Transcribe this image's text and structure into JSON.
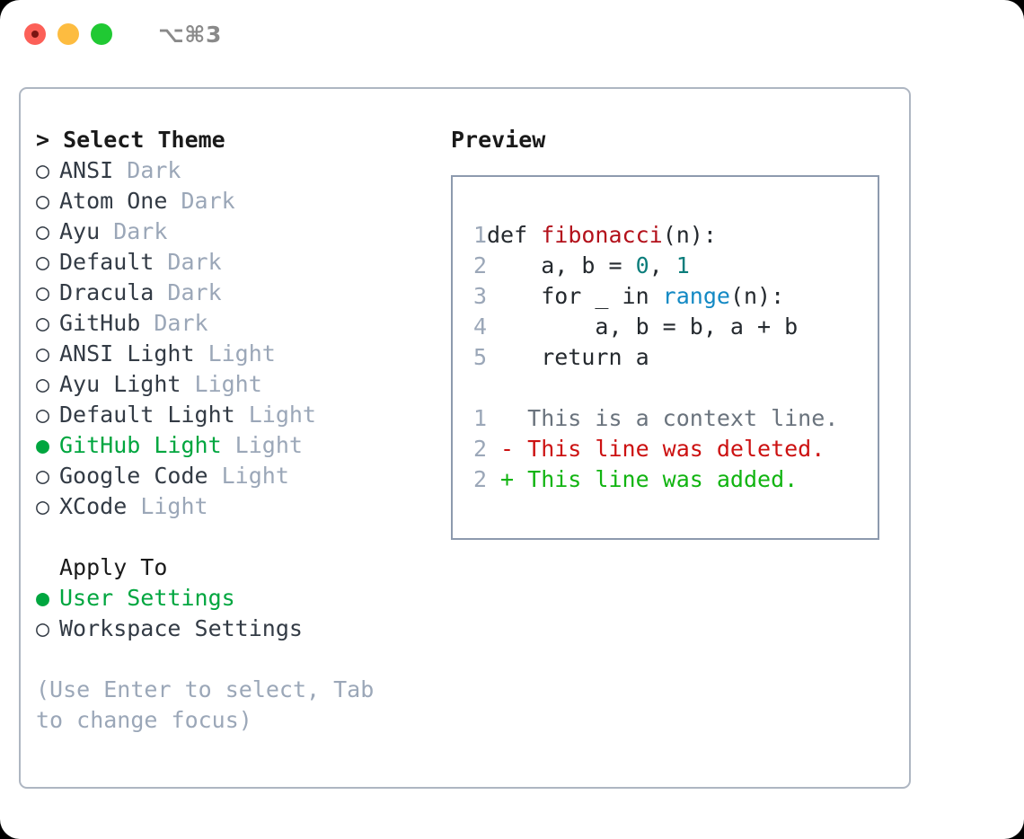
{
  "titlebar": {
    "shortcut": "⌥⌘3",
    "lights": [
      {
        "name": "close",
        "color": "#FC6058"
      },
      {
        "name": "minimize",
        "color": "#FDBC40"
      },
      {
        "name": "maximize",
        "color": "#20C933"
      }
    ]
  },
  "theme_picker": {
    "heading": "> Select Theme",
    "bullet_selected": "●",
    "bullet_unselected": "○",
    "options": [
      {
        "name": "ANSI",
        "kind": "Dark",
        "selected": false
      },
      {
        "name": "Atom One",
        "kind": "Dark",
        "selected": false
      },
      {
        "name": "Ayu",
        "kind": "Dark",
        "selected": false
      },
      {
        "name": "Default",
        "kind": "Dark",
        "selected": false
      },
      {
        "name": "Dracula",
        "kind": "Dark",
        "selected": false
      },
      {
        "name": "GitHub",
        "kind": "Dark",
        "selected": false
      },
      {
        "name": "ANSI Light",
        "kind": "Light",
        "selected": false
      },
      {
        "name": "Ayu Light",
        "kind": "Light",
        "selected": false
      },
      {
        "name": "Default Light",
        "kind": "Light",
        "selected": false
      },
      {
        "name": "GitHub Light",
        "kind": "Light",
        "selected": true
      },
      {
        "name": "Google Code",
        "kind": "Light",
        "selected": false
      },
      {
        "name": "XCode",
        "kind": "Light",
        "selected": false
      }
    ]
  },
  "apply_to": {
    "label": "Apply To",
    "options": [
      {
        "name": "User Settings",
        "selected": true
      },
      {
        "name": "Workspace Settings",
        "selected": false
      }
    ]
  },
  "hint": "(Use Enter to select, Tab to change focus)",
  "preview": {
    "title": "Preview",
    "code_lines": [
      {
        "no": "1",
        "segments": [
          {
            "text": "def ",
            "style": "plain"
          },
          {
            "text": "fibonacci",
            "style": "fn"
          },
          {
            "text": "(n):",
            "style": "plain"
          }
        ]
      },
      {
        "no": "2",
        "segments": [
          {
            "text": "    a, b = ",
            "style": "plain"
          },
          {
            "text": "0",
            "style": "num"
          },
          {
            "text": ", ",
            "style": "plain"
          },
          {
            "text": "1",
            "style": "num"
          }
        ]
      },
      {
        "no": "3",
        "segments": [
          {
            "text": "    for _ in ",
            "style": "plain"
          },
          {
            "text": "range",
            "style": "call"
          },
          {
            "text": "(n):",
            "style": "plain"
          }
        ]
      },
      {
        "no": "4",
        "segments": [
          {
            "text": "        a, b = b, a + b",
            "style": "plain"
          }
        ]
      },
      {
        "no": "5",
        "segments": [
          {
            "text": "    return a",
            "style": "plain"
          }
        ]
      },
      {
        "no": "",
        "segments": []
      },
      {
        "no": "1",
        "segments": [
          {
            "text": "   This is a context line.",
            "style": "ctx"
          }
        ]
      },
      {
        "no": "2",
        "segments": [
          {
            "text": " - This line was deleted.",
            "style": "del"
          }
        ]
      },
      {
        "no": "2",
        "segments": [
          {
            "text": " + This line was added.",
            "style": "add"
          }
        ]
      }
    ]
  },
  "colors": {
    "accent_green": "#00A63F",
    "muted": "#9BA7B8",
    "panel_border": "#AEB6C2",
    "preview_border": "#8D9AAE",
    "syntax_function": "#B3111B",
    "syntax_number": "#0B7D7B",
    "syntax_call": "#1389C4",
    "diff_deleted": "#CC1111",
    "diff_added": "#11B411",
    "diff_context": "#6A737D"
  }
}
